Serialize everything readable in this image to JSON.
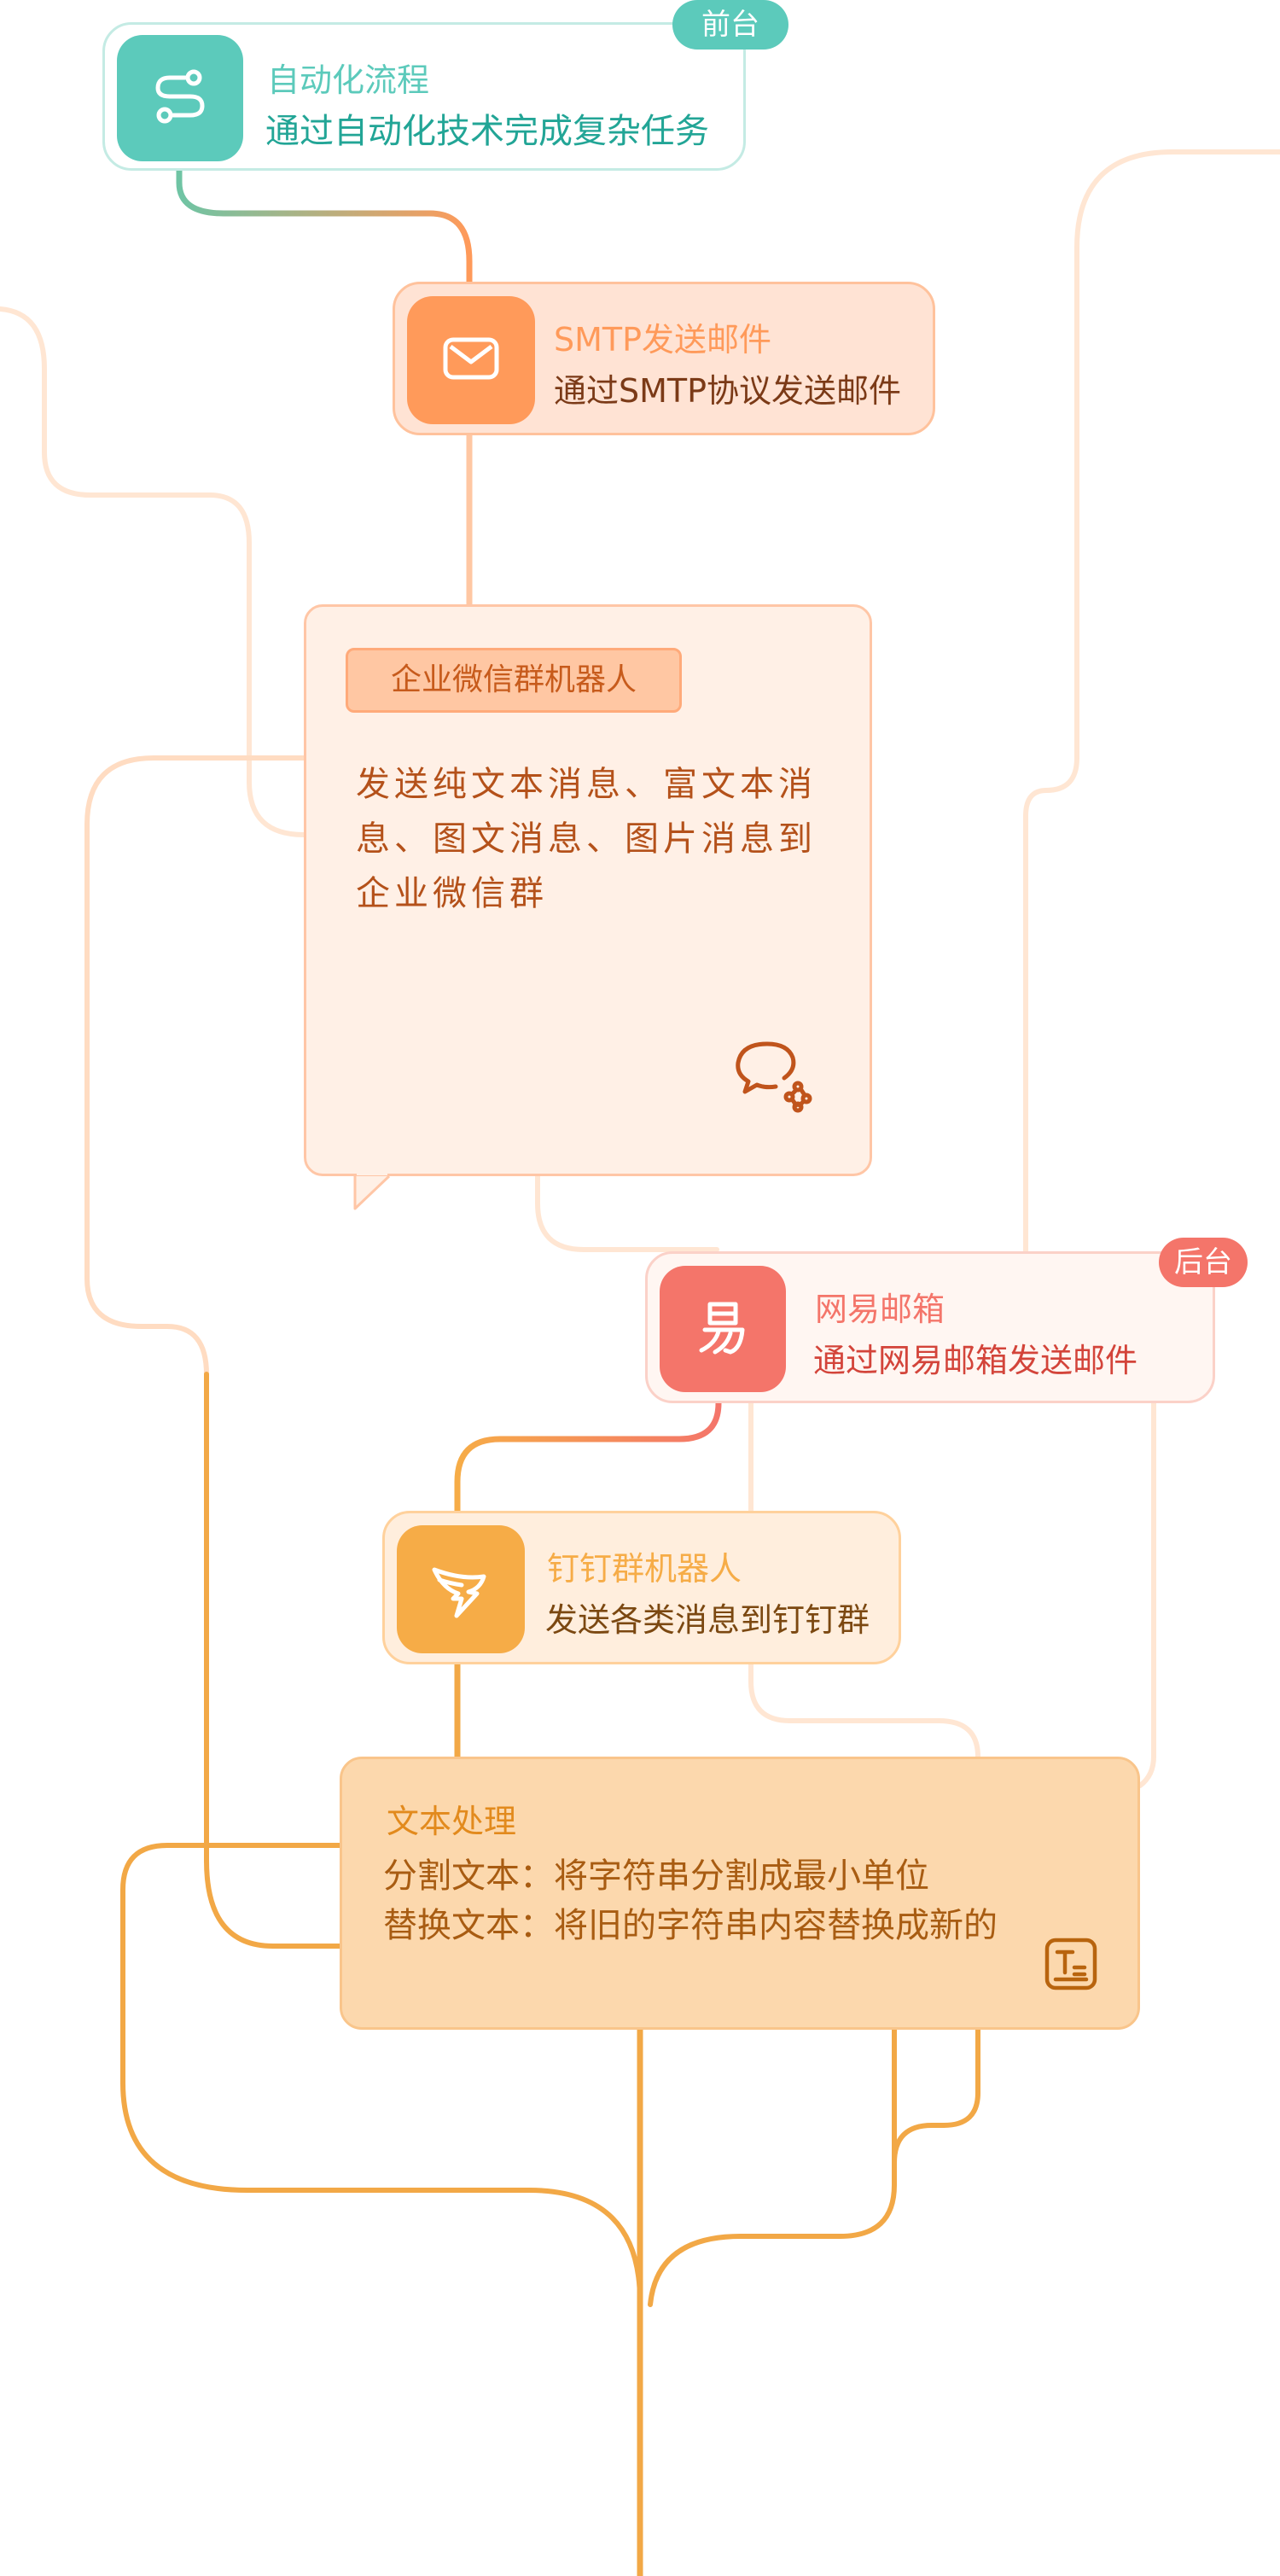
{
  "nodes": {
    "auto_flow": {
      "title": "自动化流程",
      "desc": "通过自动化技术完成复杂任务",
      "tag": "前台",
      "icon": "workflow-route-icon",
      "color": "#5ccabb"
    },
    "smtp": {
      "title": "SMTP发送邮件",
      "desc": "通过SMTP协议发送邮件",
      "icon": "envelope-icon",
      "color": "#ff9a5a"
    },
    "wechat": {
      "tag": "企业微信群机器人",
      "desc": "发送纯文本消息、富文本消息、图文消息、图片消息到企业微信群",
      "icon": "wechat-work-icon",
      "color": "#ffc7a3"
    },
    "netease": {
      "title": "网易邮箱",
      "desc": "通过网易邮箱发送邮件",
      "tag": "后台",
      "icon": "netease-yi-icon",
      "color": "#f4756a"
    },
    "dingtalk": {
      "title": "钉钉群机器人",
      "desc": "发送各类消息到钉钉群",
      "icon": "dingtalk-icon",
      "color": "#f6ac47"
    },
    "text": {
      "title": "文本处理",
      "items": [
        "分割文本：将字符串分割成最小单位",
        "替换文本：将旧的字符串内容替换成新的"
      ],
      "icon": "text-format-icon",
      "color": "#fcd8ad"
    }
  }
}
